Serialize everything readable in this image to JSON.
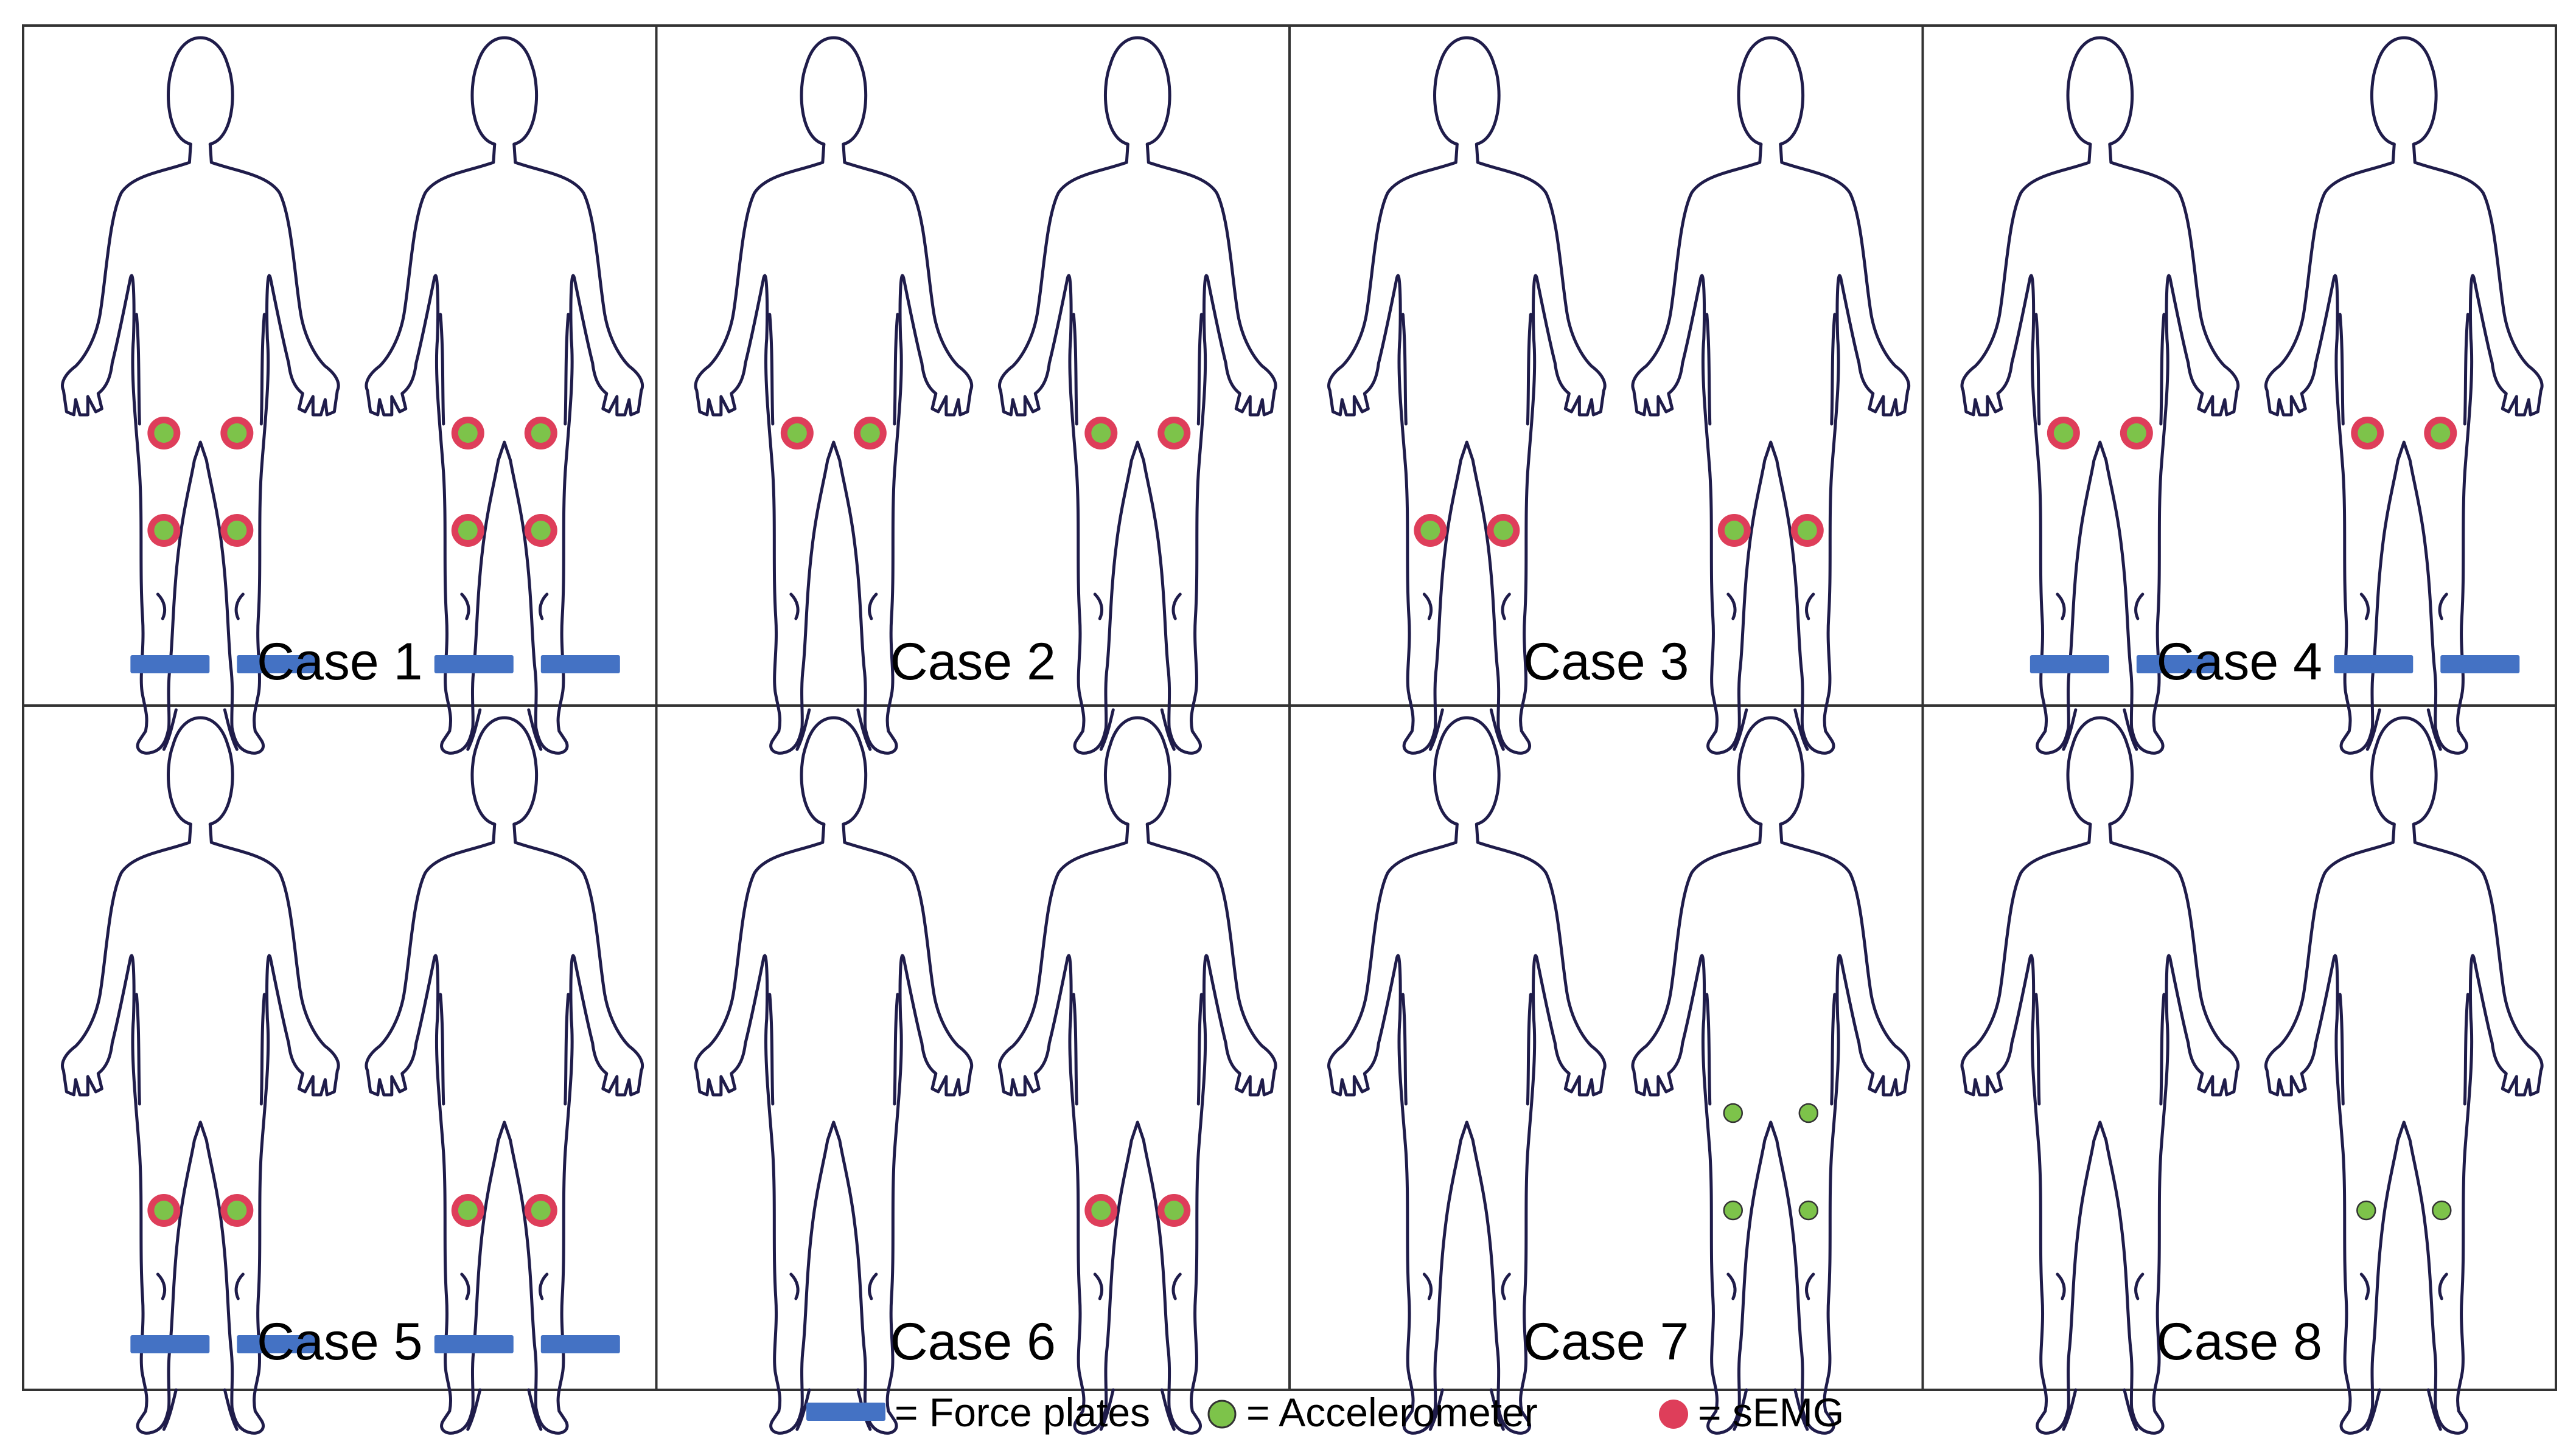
{
  "colors": {
    "outline": "#1f1c4a",
    "force_plate": "#4472c4",
    "accelerometer": "#7dc34a",
    "semg": "#de3e5a",
    "grid": "#333333"
  },
  "cases": [
    {
      "label": "Case 1",
      "force_plates": true,
      "front": {
        "sensors": [
          {
            "pos": "upper",
            "type": "both"
          },
          {
            "pos": "lower",
            "type": "both"
          }
        ]
      },
      "back": {
        "sensors": [
          {
            "pos": "upper",
            "type": "both"
          },
          {
            "pos": "lower",
            "type": "both"
          }
        ]
      }
    },
    {
      "label": "Case 2",
      "force_plates": false,
      "front": {
        "sensors": [
          {
            "pos": "upper",
            "type": "both"
          }
        ]
      },
      "back": {
        "sensors": [
          {
            "pos": "upper",
            "type": "both"
          }
        ]
      }
    },
    {
      "label": "Case 3",
      "force_plates": false,
      "front": {
        "sensors": [
          {
            "pos": "lower",
            "type": "both"
          }
        ]
      },
      "back": {
        "sensors": [
          {
            "pos": "lower",
            "type": "both"
          }
        ]
      }
    },
    {
      "label": "Case 4",
      "force_plates": true,
      "front": {
        "sensors": [
          {
            "pos": "upper",
            "type": "both"
          }
        ]
      },
      "back": {
        "sensors": [
          {
            "pos": "upper",
            "type": "both"
          }
        ]
      }
    },
    {
      "label": "Case 5",
      "force_plates": true,
      "front": {
        "sensors": [
          {
            "pos": "lower",
            "type": "both"
          }
        ]
      },
      "back": {
        "sensors": [
          {
            "pos": "lower",
            "type": "both"
          }
        ]
      }
    },
    {
      "label": "Case 6",
      "force_plates": false,
      "front": {
        "sensors": []
      },
      "back": {
        "sensors": [
          {
            "pos": "lower",
            "type": "both"
          }
        ]
      }
    },
    {
      "label": "Case 7",
      "force_plates": false,
      "front": {
        "sensors": []
      },
      "back": {
        "sensors": [
          {
            "pos": "upper",
            "type": "accelerometer"
          },
          {
            "pos": "lower",
            "type": "accelerometer"
          }
        ]
      }
    },
    {
      "label": "Case 8",
      "force_plates": false,
      "front": {
        "sensors": []
      },
      "back": {
        "sensors": [
          {
            "pos": "lower",
            "type": "accelerometer"
          }
        ]
      }
    }
  ],
  "legend": {
    "force_plates": "= Force plates",
    "accelerometer": "= Accelerometer",
    "semg": "= sEMG"
  }
}
